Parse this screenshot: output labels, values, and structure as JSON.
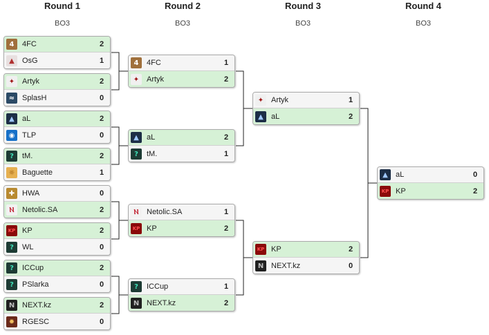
{
  "rounds": [
    {
      "title": "Round 1",
      "format": "BO3"
    },
    {
      "title": "Round 2",
      "format": "BO3"
    },
    {
      "title": "Round 3",
      "format": "BO3"
    },
    {
      "title": "Round 4",
      "format": "BO3"
    }
  ],
  "matches": [
    {
      "teams": [
        {
          "name": "4FC",
          "score": "2",
          "logo": "4fc-logo",
          "result": "win"
        },
        {
          "name": "OsG",
          "score": "1",
          "logo": "osg-logo",
          "result": "lose"
        }
      ]
    },
    {
      "teams": [
        {
          "name": "Artyk",
          "score": "2",
          "logo": "artyk-logo",
          "result": "win"
        },
        {
          "name": "SplasH",
          "score": "0",
          "logo": "splash-logo",
          "result": "lose"
        }
      ]
    },
    {
      "teams": [
        {
          "name": "aL",
          "score": "2",
          "logo": "al-logo",
          "result": "win"
        },
        {
          "name": "TLP",
          "score": "0",
          "logo": "tlp-logo",
          "result": "lose"
        }
      ]
    },
    {
      "teams": [
        {
          "name": "tM.",
          "score": "2",
          "logo": "unknown-logo",
          "result": "win"
        },
        {
          "name": "Baguette",
          "score": "1",
          "logo": "baguette-logo",
          "result": "lose"
        }
      ]
    },
    {
      "teams": [
        {
          "name": "HWA",
          "score": "0",
          "logo": "hwa-logo",
          "result": "lose"
        },
        {
          "name": "Netolic.SA",
          "score": "2",
          "logo": "netolic-logo",
          "result": "win"
        }
      ]
    },
    {
      "teams": [
        {
          "name": "KP",
          "score": "2",
          "logo": "kp-logo",
          "result": "win"
        },
        {
          "name": "WL",
          "score": "0",
          "logo": "unknown-logo",
          "result": "lose"
        }
      ]
    },
    {
      "teams": [
        {
          "name": "ICCup",
          "score": "2",
          "logo": "unknown-logo",
          "result": "win"
        },
        {
          "name": "PSlarka",
          "score": "0",
          "logo": "unknown-logo",
          "result": "lose"
        }
      ]
    },
    {
      "teams": [
        {
          "name": "NEXT.kz",
          "score": "2",
          "logo": "next-logo",
          "result": "win"
        },
        {
          "name": "RGESC",
          "score": "0",
          "logo": "rgesc-logo",
          "result": "lose"
        }
      ]
    },
    {
      "teams": [
        {
          "name": "4FC",
          "score": "1",
          "logo": "4fc-logo",
          "result": "lose"
        },
        {
          "name": "Artyk",
          "score": "2",
          "logo": "artyk-logo",
          "result": "win"
        }
      ]
    },
    {
      "teams": [
        {
          "name": "aL",
          "score": "2",
          "logo": "al-logo",
          "result": "win"
        },
        {
          "name": "tM.",
          "score": "1",
          "logo": "unknown-logo",
          "result": "lose"
        }
      ]
    },
    {
      "teams": [
        {
          "name": "Netolic.SA",
          "score": "1",
          "logo": "netolic-logo",
          "result": "lose"
        },
        {
          "name": "KP",
          "score": "2",
          "logo": "kp-logo",
          "result": "win"
        }
      ]
    },
    {
      "teams": [
        {
          "name": "ICCup",
          "score": "1",
          "logo": "unknown-logo",
          "result": "lose"
        },
        {
          "name": "NEXT.kz",
          "score": "2",
          "logo": "next-logo",
          "result": "win"
        }
      ]
    },
    {
      "teams": [
        {
          "name": "Artyk",
          "score": "1",
          "logo": "artyk-logo",
          "result": "lose"
        },
        {
          "name": "aL",
          "score": "2",
          "logo": "al-logo",
          "result": "win"
        }
      ]
    },
    {
      "teams": [
        {
          "name": "KP",
          "score": "2",
          "logo": "kp-logo",
          "result": "win"
        },
        {
          "name": "NEXT.kz",
          "score": "0",
          "logo": "next-logo",
          "result": "lose"
        }
      ]
    },
    {
      "teams": [
        {
          "name": "aL",
          "score": "0",
          "logo": "al-logo",
          "result": "lose"
        },
        {
          "name": "KP",
          "score": "2",
          "logo": "kp-logo",
          "result": "win"
        }
      ]
    }
  ],
  "colors": {
    "win_bg": "#d6f1d6",
    "lose_bg": "#f5f5f5",
    "connector": "#222222"
  },
  "logo_styles": {
    "4fc-logo": {
      "bg": "#a0703c",
      "glyph": "4"
    },
    "osg-logo": {
      "bg": "#e8e0e0",
      "glyph": "▲",
      "fg": "#b03030"
    },
    "artyk-logo": {
      "bg": "#f0f0f0",
      "glyph": "✦",
      "fg": "#a01818"
    },
    "splash-logo": {
      "bg": "#2b4a66",
      "glyph": "≈"
    },
    "al-logo": {
      "bg": "#1c2e46",
      "glyph": "▲",
      "fg": "#9fc8ff"
    },
    "tlp-logo": {
      "bg": "#1670c8",
      "glyph": "◉"
    },
    "unknown-logo": {
      "bg": "#1d3b34",
      "glyph": "?",
      "fg": "#3fe0b8"
    },
    "baguette-logo": {
      "bg": "#e6b050",
      "glyph": "☼",
      "fg": "#8a4a00"
    },
    "hwa-logo": {
      "bg": "#b88a30",
      "glyph": "✚"
    },
    "netolic-logo": {
      "bg": "#f2f2f2",
      "glyph": "Ⲛ",
      "fg": "#c02030"
    },
    "kp-logo": {
      "bg": "#8a0a0a",
      "glyph": "KP",
      "fg": "#ff5050"
    },
    "next-logo": {
      "bg": "#202020",
      "glyph": "N",
      "fg": "#bbbbbb"
    },
    "rgesc-logo": {
      "bg": "#6a2a1a",
      "glyph": "✹",
      "fg": "#f0c060"
    }
  }
}
